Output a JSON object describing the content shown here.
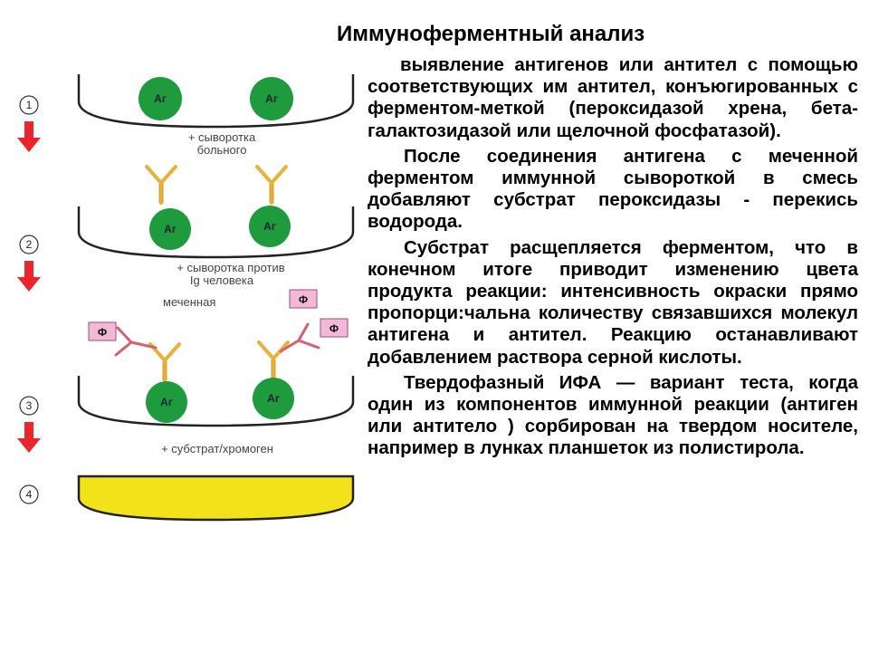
{
  "title": "Иммуноферментный анализ",
  "paragraphs": [
    "выявление антигенов или антител с помощью соответствующих им антител, конъюгированных с ферментом-меткой (пероксидазой хрена, бета-галактозидазой или щелочной фосфатазой).",
    "После соединения антигена с меченной ферментом иммунной сывороткой в смесь добавляют субстрат пероксидазы - перекись водорода.",
    "Субстрат расщепляется ферментом, что в конечном итоге приводит изменению цвета продукта реакции: интенсивность окраски прямо пропорци:чальна количеству связавшихся молекул антигена и антител. Реакцию останавливают добавлением раствора серной кислоты.",
    "Твердофазный ИФА — вариант теста, когда один из компонентов иммунной реакции (антиген или антитело ) сорбирован на твердом носителе, например в лунках планшеток из полистирола."
  ],
  "diagram": {
    "steps": [
      "1",
      "2",
      "3",
      "4"
    ],
    "antigen_label": "Аг",
    "enzyme_label": "Ф",
    "labels": {
      "serum_patient_1": "+ сыворотка",
      "serum_patient_2": "больного",
      "anti_ig_1": "+ сыворотка против",
      "anti_ig_2": "Ig человека",
      "labeled": "меченная",
      "substrate": "+ субстрат/хромоген"
    },
    "colors": {
      "arrow": "#e8262c",
      "antigen": "#1e9b3c",
      "antibody_yellow": "#e8b23a",
      "antibody_red": "#d6606e",
      "enzyme_box": "#f1b9d6",
      "product": "#f2e21a"
    }
  }
}
